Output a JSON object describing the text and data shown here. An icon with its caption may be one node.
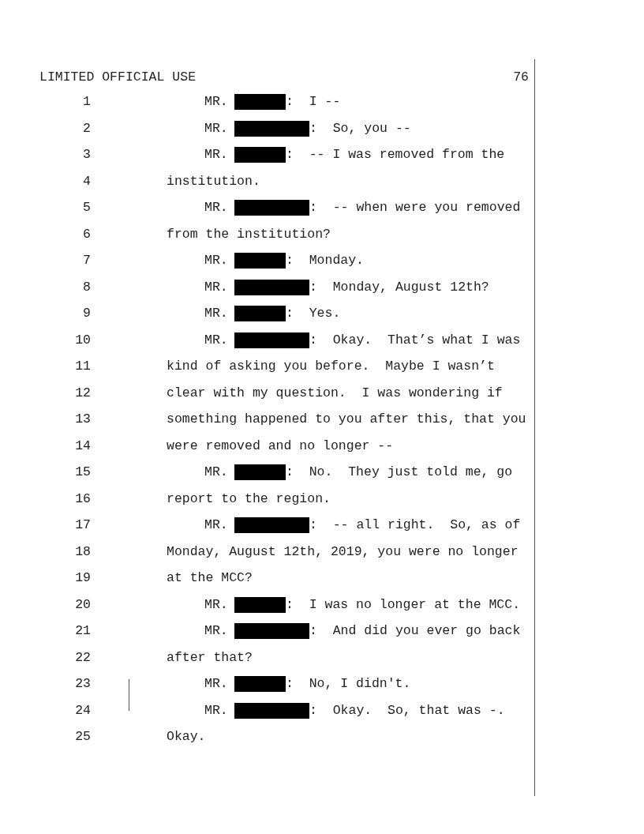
{
  "diagram": {
    "labels": [
      "LIMITED OFFICIAL USE",
      "76",
      "1",
      "MR.",
      ":  I --",
      "2",
      "MR.",
      ":  So, you --",
      "3",
      "MR.",
      ":  -- I was removed from the",
      "4",
      "institution.",
      "5",
      "MR.",
      ":  -- when were you removed",
      "6",
      "from the institution?",
      "7",
      "MR.",
      ":  Monday.",
      "8",
      "MR.",
      ":  Monday, August 12th?",
      "9",
      "MR.",
      ":  Yes.",
      "10",
      "MR.",
      ":  Okay.  That’s what I was",
      "11",
      "kind of asking you before.  Maybe I wasn’t",
      "12",
      "clear with my question.  I was wondering if",
      "13",
      "something happened to you after this, that you",
      "14",
      "were removed and no longer --",
      "15",
      "MR.",
      ":  No.  They just told me, go",
      "16",
      "report to the region.",
      "17",
      "MR.",
      ":  -- all right.  So, as of",
      "18",
      "Monday, August 12th, 2019, you were no longer",
      "19",
      "at the MCC?",
      "20",
      "MR.",
      ":  I was no longer at the MCC.",
      "21",
      "MR.",
      ":  And did you ever go back",
      "22",
      "after that?",
      "23",
      "MR.",
      ":  No, I didn't.",
      "24",
      "MR.",
      ":  Okay.  So, that was -.",
      "25",
      "Okay."
    ]
  }
}
